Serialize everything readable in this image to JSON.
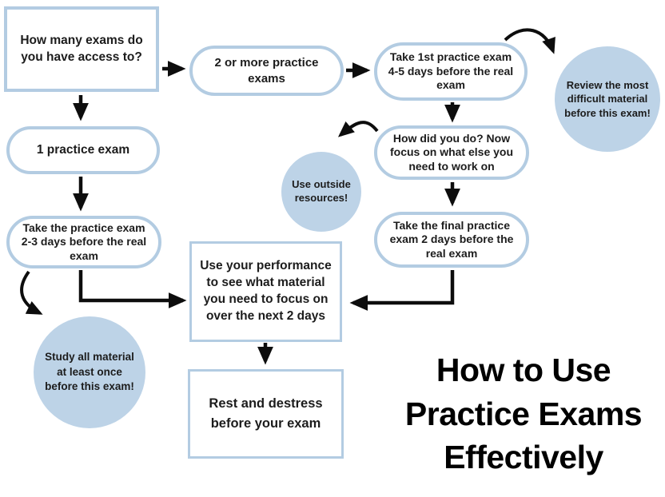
{
  "title": {
    "text": "How to Use Practice Exams Effectively",
    "lines": [
      "How to Use",
      "Practice Exams",
      "Effectively"
    ]
  },
  "nodes": {
    "how_many": {
      "shape": "rectangle",
      "text": "How many exams do you have access to?"
    },
    "two_or_more": {
      "shape": "pill",
      "text": "2 or more practice exams"
    },
    "take_first": {
      "shape": "pill",
      "text": "Take 1st practice exam 4-5 days before the real exam"
    },
    "review": {
      "shape": "circle",
      "text": "Review the most difficult material before this exam!"
    },
    "how_did": {
      "shape": "pill",
      "text": "How did you do? Now focus on what else you need to work on"
    },
    "outside": {
      "shape": "circle",
      "text": "Use outside resources!"
    },
    "one_practice": {
      "shape": "pill",
      "text": "1 practice exam"
    },
    "take_practice": {
      "shape": "pill",
      "text": "Take the practice exam 2-3 days before the real exam"
    },
    "study_all": {
      "shape": "circle",
      "text": "Study all material at least once before this exam!"
    },
    "use_performance": {
      "shape": "rectangle",
      "text": "Use your performance to see what material you need to focus on over the next 2 days"
    },
    "rest": {
      "shape": "rectangle",
      "text": "Rest and destress before your exam"
    }
  },
  "edges": [
    {
      "from": "how_many",
      "to": "two_or_more",
      "style": "straight"
    },
    {
      "from": "how_many",
      "to": "one_practice",
      "style": "straight"
    },
    {
      "from": "two_or_more",
      "to": "take_first",
      "style": "straight"
    },
    {
      "from": "take_first",
      "to": "review",
      "style": "curved"
    },
    {
      "from": "take_first",
      "to": "how_did",
      "style": "straight"
    },
    {
      "from": "how_did",
      "to": "outside",
      "style": "curved"
    },
    {
      "from": "how_did",
      "to": "take_final",
      "style": "straight"
    },
    {
      "from": "take_final",
      "to": "use_performance",
      "style": "elbow"
    },
    {
      "from": "one_practice",
      "to": "take_practice",
      "style": "straight"
    },
    {
      "from": "take_practice",
      "to": "study_all",
      "style": "curved"
    },
    {
      "from": "take_practice",
      "to": "use_performance",
      "style": "elbow"
    },
    {
      "from": "use_performance",
      "to": "rest",
      "style": "straight"
    }
  ],
  "colors": {
    "background": "#ffffff",
    "node-fill": "#ffffff",
    "node-border": "#b3cce2",
    "bubble-fill": "#bdd3e7",
    "arrow": "#0d0d0d",
    "text": "#1c1c1c",
    "title": "#000000"
  }
}
